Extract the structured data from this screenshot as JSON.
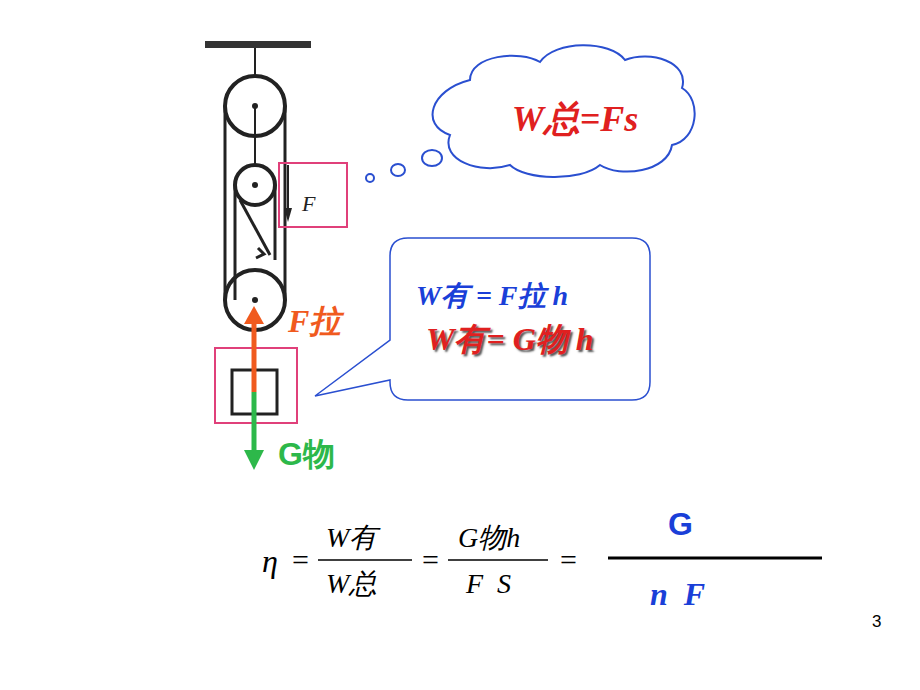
{
  "diagram": {
    "nodes": [
      {
        "text": [
          "W总=Fs"
        ]
      },
      {
        "text": [
          "F"
        ]
      },
      {
        "text": [
          "W有 = F拉 h",
          "W有= G物 h"
        ]
      }
    ],
    "labels": [
      "F拉",
      "G物",
      "η",
      "=",
      "W有",
      "W总",
      "=",
      "G物h",
      "F  S",
      "=",
      "G",
      "n  F",
      "3"
    ]
  }
}
